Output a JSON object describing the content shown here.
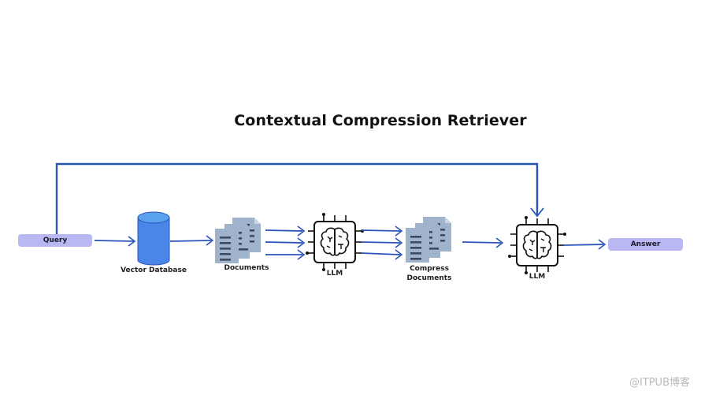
{
  "title": "Contextual Compression Retriever",
  "nodes": {
    "query": "Query",
    "vector_db": "Vector Database",
    "documents": "Documents",
    "llm_1": "LLM",
    "compress_docs_line1": "Compress",
    "compress_docs_line2": "Documents",
    "llm_2": "LLM",
    "answer": "Answer"
  },
  "icons": {
    "database": "database-cylinder-icon",
    "documents": "document-stack-icon",
    "llm": "brain-chip-icon",
    "arrow": "arrow-right-icon"
  },
  "colors": {
    "pill": "#b9b8f3",
    "arrow": "#2a55b8",
    "database": "#4a86e8",
    "database_top": "#5aa2ee",
    "document": "#9fb4cc",
    "document_lines": "#3e4b5c"
  },
  "watermark": "@ITPUB博客"
}
